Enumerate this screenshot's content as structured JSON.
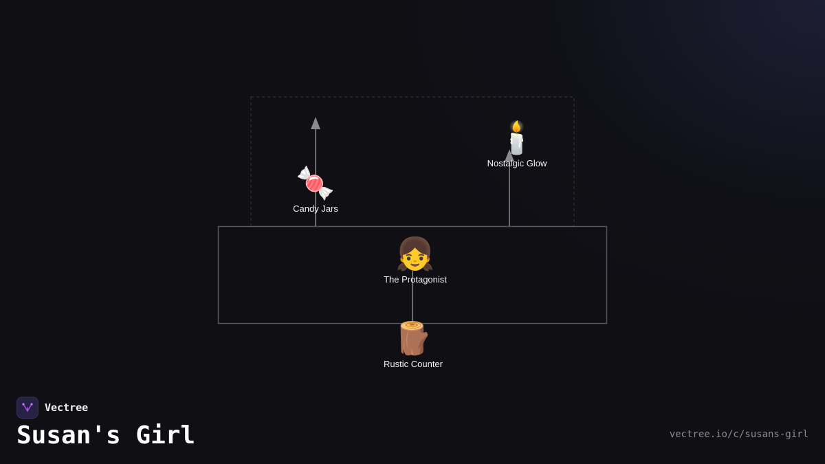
{
  "diagram": {
    "nodes": {
      "candy_jars": {
        "icon": "candy-icon",
        "emoji": "🍬",
        "label": "Candy Jars"
      },
      "nostalgic_glow": {
        "icon": "candle-icon",
        "emoji": "🕯️",
        "label": "Nostalgic Glow"
      },
      "protagonist": {
        "icon": "girl-icon",
        "emoji": "👧",
        "label": "The Protagonist"
      },
      "rustic_counter": {
        "icon": "wood-log-icon",
        "emoji": "🪵",
        "label": "Rustic Counter"
      }
    }
  },
  "footer": {
    "brand_name": "Vectree",
    "title": "Susan's Girl",
    "url": "vectree.io/c/susans-girl"
  },
  "colors": {
    "background": "#0f0f14",
    "line": "#8a8a8a",
    "box_border": "#55555c",
    "logo_accent": "#a64fe0"
  }
}
